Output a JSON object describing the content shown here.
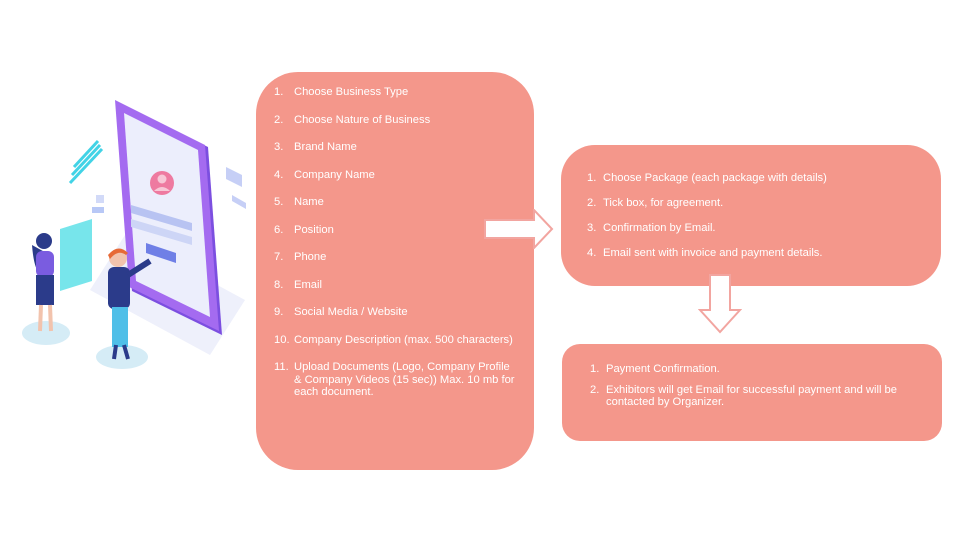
{
  "colors": {
    "box_fill": "#f4978b",
    "arrow_stroke": "#f2a5a0",
    "phone_body": "#a46bf0",
    "text": "#ffffff"
  },
  "registration_steps": [
    {
      "num": "1.",
      "text": "Choose Business Type"
    },
    {
      "num": "2.",
      "text": "Choose Nature of Business"
    },
    {
      "num": "3.",
      "text": "Brand Name"
    },
    {
      "num": "4.",
      "text": "Company Name"
    },
    {
      "num": "5.",
      "text": "Name"
    },
    {
      "num": "6.",
      "text": "Position"
    },
    {
      "num": "7.",
      "text": "Phone"
    },
    {
      "num": "8.",
      "text": "Email"
    },
    {
      "num": "9.",
      "text": "Social Media / Website"
    },
    {
      "num": "10.",
      "text": "Company Description (max. 500 characters)"
    },
    {
      "num": "11.",
      "text": "Upload Documents (Logo, Company Profile & Company Videos (15 sec)) Max. 10 mb for each document."
    }
  ],
  "package_steps": [
    {
      "num": "1.",
      "text": "Choose Package (each package with details)"
    },
    {
      "num": "2.",
      "text": "Tick box, for agreement."
    },
    {
      "num": "3.",
      "text": "Confirmation by Email."
    },
    {
      "num": "4.",
      "text": "Email sent with invoice and payment details."
    }
  ],
  "payment_steps": [
    {
      "num": "1.",
      "text": "Payment Confirmation."
    },
    {
      "num": "2.",
      "text": "Exhibitors will get Email for successful payment and will be contacted by Organizer."
    }
  ],
  "icons": {
    "illustration": "phone-registration-illustration",
    "arrow_right": "arrow-right-icon",
    "arrow_down": "arrow-down-icon"
  }
}
